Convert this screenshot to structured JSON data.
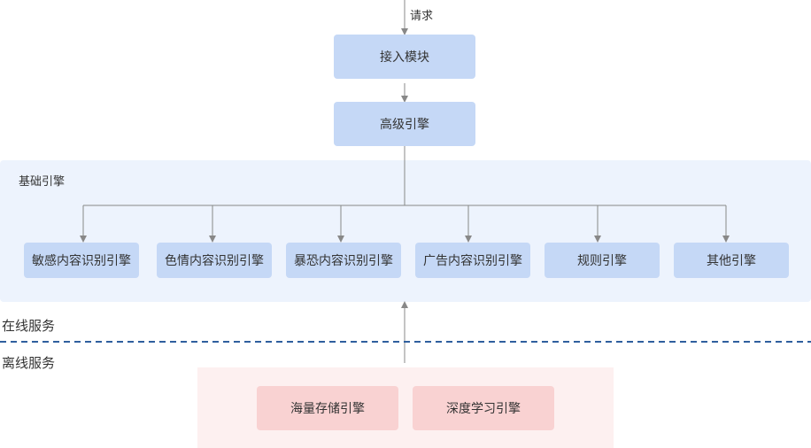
{
  "request_label": "请求",
  "access_module": "接入模块",
  "advanced_engine": "高级引擎",
  "basic_engine_label": "基础引擎",
  "basic_engines": [
    "敏感内容识别引擎",
    "色情内容识别引擎",
    "暴恐内容识别引擎",
    "广告内容识别引擎",
    "规则引擎",
    "其他引擎"
  ],
  "online_label": "在线服务",
  "offline_label": "离线服务",
  "offline_engines": [
    "海量存储引擎",
    "深度学习引擎"
  ],
  "colors": {
    "node_blue": "#c5d8f6",
    "panel_blue": "#edf3fd",
    "node_pink": "#f9d2d2",
    "panel_pink": "#fdf0f0",
    "divider": "#2f5f9e",
    "connector": "#888888"
  }
}
